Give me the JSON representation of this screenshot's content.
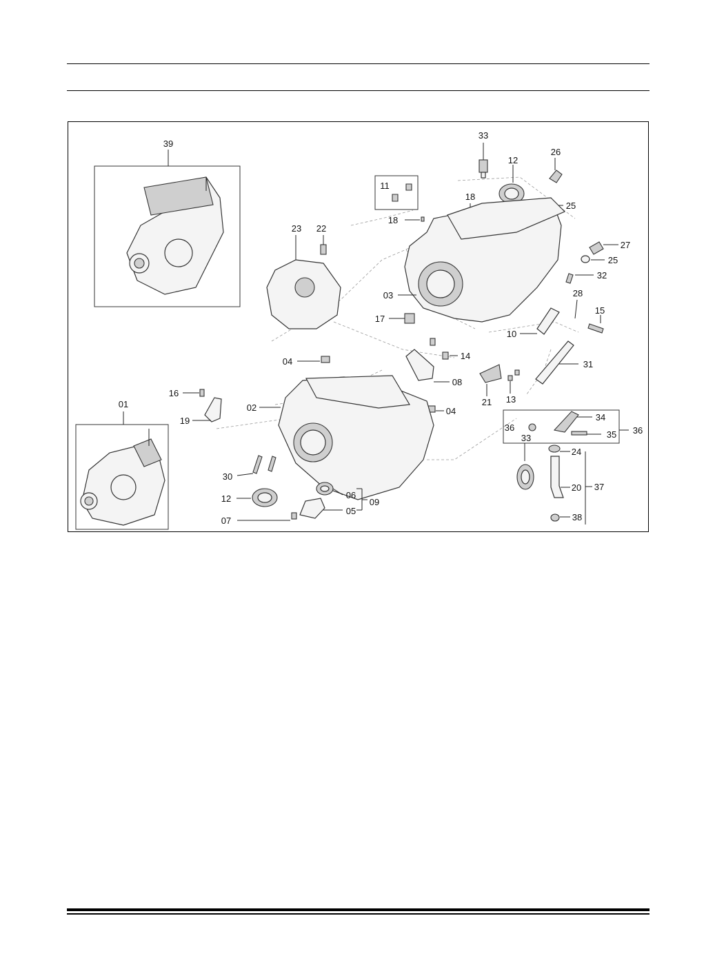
{
  "diagram": {
    "labels": {
      "l39": "39",
      "l01": "01",
      "l23": "23",
      "l22": "22",
      "l11": "11",
      "l33a": "33",
      "l12a": "12",
      "l26": "26",
      "l18a": "18",
      "l18b": "18",
      "l25a": "25",
      "l27": "27",
      "l25b": "25",
      "l32": "32",
      "l03": "03",
      "l28": "28",
      "l15": "15",
      "l17": "17",
      "l10": "10",
      "l14": "14",
      "l04a": "04",
      "l31": "31",
      "l08": "08",
      "l16": "16",
      "l21": "21",
      "l13": "13",
      "l02": "02",
      "l19": "19",
      "l04b": "04",
      "l34": "34",
      "l36a": "36",
      "l35": "35",
      "l36b": "36",
      "l33b": "33",
      "l24": "24",
      "l30": "30",
      "l20": "20",
      "l37": "37",
      "l12b": "12",
      "l06": "06",
      "l09": "09",
      "l05": "05",
      "l07": "07",
      "l38": "38"
    }
  }
}
